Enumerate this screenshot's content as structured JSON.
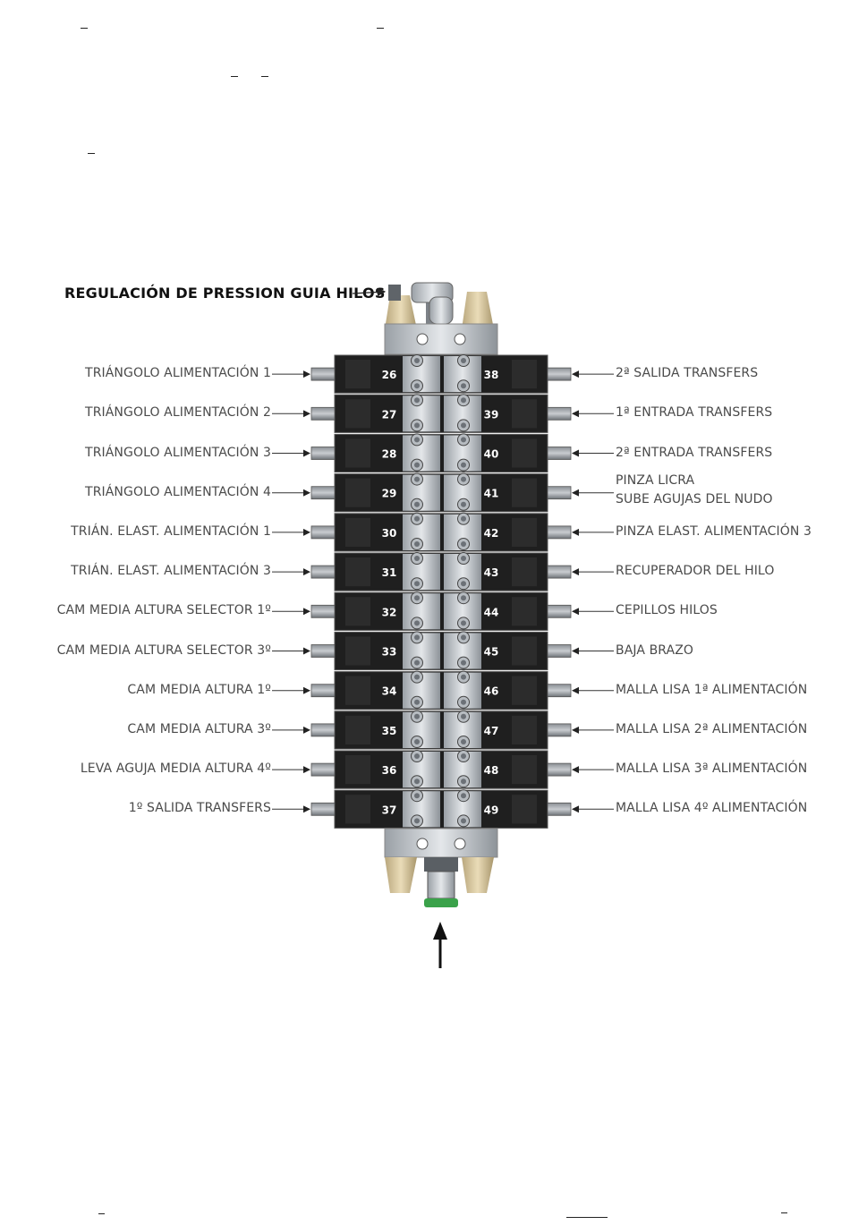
{
  "title": "REGULACIÓN DE PRESSION GUIA HILOS",
  "colors": {
    "valve_body": "#1f1f1f",
    "manifold": "#c8ccd0",
    "fitting_tan": "#d8c7a0",
    "fitting_green": "#3aa24a",
    "label_text": "#4a4a4a",
    "leader_line": "#333333"
  },
  "left_valves": [
    {
      "number": "26",
      "label": "TRIÁNGOLO ALIMENTACIÓN 1"
    },
    {
      "number": "27",
      "label": "TRIÁNGOLO ALIMENTACIÓN 2"
    },
    {
      "number": "28",
      "label": "TRIÁNGOLO ALIMENTACIÓN 3"
    },
    {
      "number": "29",
      "label": "TRIÁNGOLO ALIMENTACIÓN 4"
    },
    {
      "number": "30",
      "label": "TRIÁN. ELAST. ALIMENTACIÓN 1"
    },
    {
      "number": "31",
      "label": "TRIÁN. ELAST. ALIMENTACIÓN 3"
    },
    {
      "number": "32",
      "label": "CAM MEDIA ALTURA SELECTOR 1º"
    },
    {
      "number": "33",
      "label": "CAM MEDIA ALTURA SELECTOR 3º"
    },
    {
      "number": "34",
      "label": "CAM MEDIA ALTURA 1º"
    },
    {
      "number": "35",
      "label": "CAM MEDIA ALTURA 3º"
    },
    {
      "number": "36",
      "label": "LEVA AGUJA MEDIA ALTURA 4º"
    },
    {
      "number": "37",
      "label": "1º SALIDA TRANSFERS"
    }
  ],
  "right_valves": [
    {
      "number": "38",
      "label": "2ª SALIDA TRANSFERS"
    },
    {
      "number": "39",
      "label": "1ª ENTRADA TRANSFERS"
    },
    {
      "number": "40",
      "label": "2ª ENTRADA TRANSFERS"
    },
    {
      "number": "41",
      "label": "PINZA LICRA",
      "label2": "SUBE AGUJAS DEL NUDO"
    },
    {
      "number": "42",
      "label": "PINZA ELAST. ALIMENTACIÓN 3"
    },
    {
      "number": "43",
      "label": "RECUPERADOR DEL HILO"
    },
    {
      "number": "44",
      "label": "CEPILLOS HILOS"
    },
    {
      "number": "45",
      "label": "BAJA BRAZO"
    },
    {
      "number": "46",
      "label": "MALLA LISA 1ª ALIMENTACIÓN"
    },
    {
      "number": "47",
      "label": "MALLA LISA 2ª ALIMENTACIÓN"
    },
    {
      "number": "48",
      "label": "MALLA LISA 3ª ALIMENTACIÓN"
    },
    {
      "number": "49",
      "label": "MALLA LISA 4º ALIMENTACIÓN"
    }
  ]
}
